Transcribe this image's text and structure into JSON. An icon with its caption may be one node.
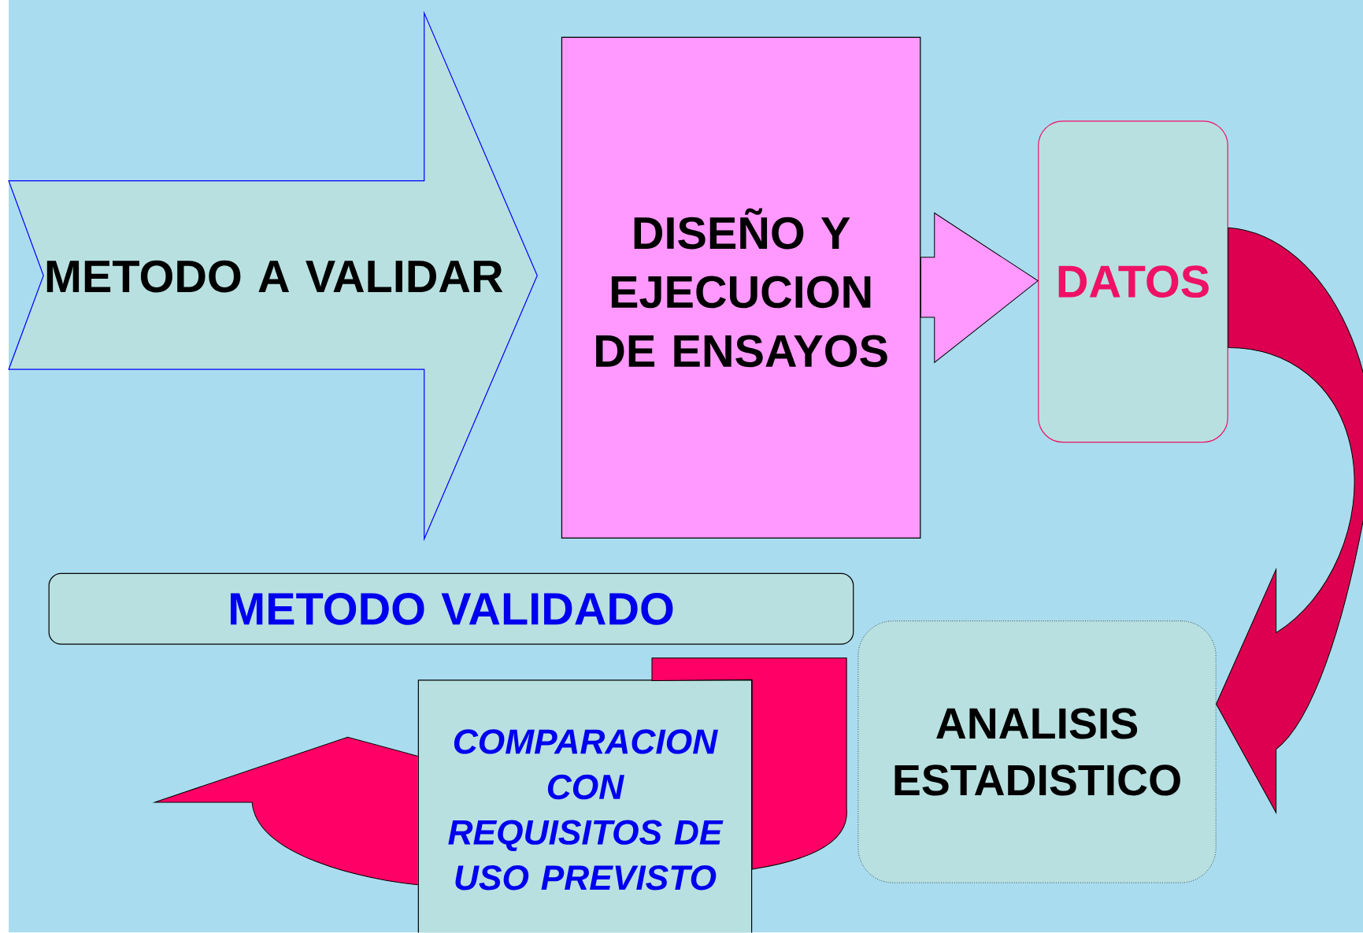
{
  "diagram": {
    "nodes": [
      {
        "text": [
          "METODO A VALIDAR"
        ]
      },
      {
        "text": [
          "DISEÑO Y EJECUCION DE ENSAYOS"
        ]
      },
      {
        "text": [
          "DATOS"
        ]
      },
      {
        "text": [
          "ANALISIS ESTADISTICO"
        ]
      },
      {
        "text": [
          "COMPARACION CON REQUISITOS DE USO PREVISTO"
        ]
      },
      {
        "text": [
          "METODO VALIDADO"
        ]
      }
    ],
    "edges": [
      {
        "from": 1,
        "to": 2,
        "arrow": "to",
        "color": "#ff99ff"
      },
      {
        "from": 2,
        "to": 3,
        "arrow": "to",
        "color": "#dd0050"
      },
      {
        "from": 3,
        "to": 4,
        "arrow": "none"
      },
      {
        "from": 4,
        "to": null,
        "arrow": "to"
      }
    ]
  }
}
